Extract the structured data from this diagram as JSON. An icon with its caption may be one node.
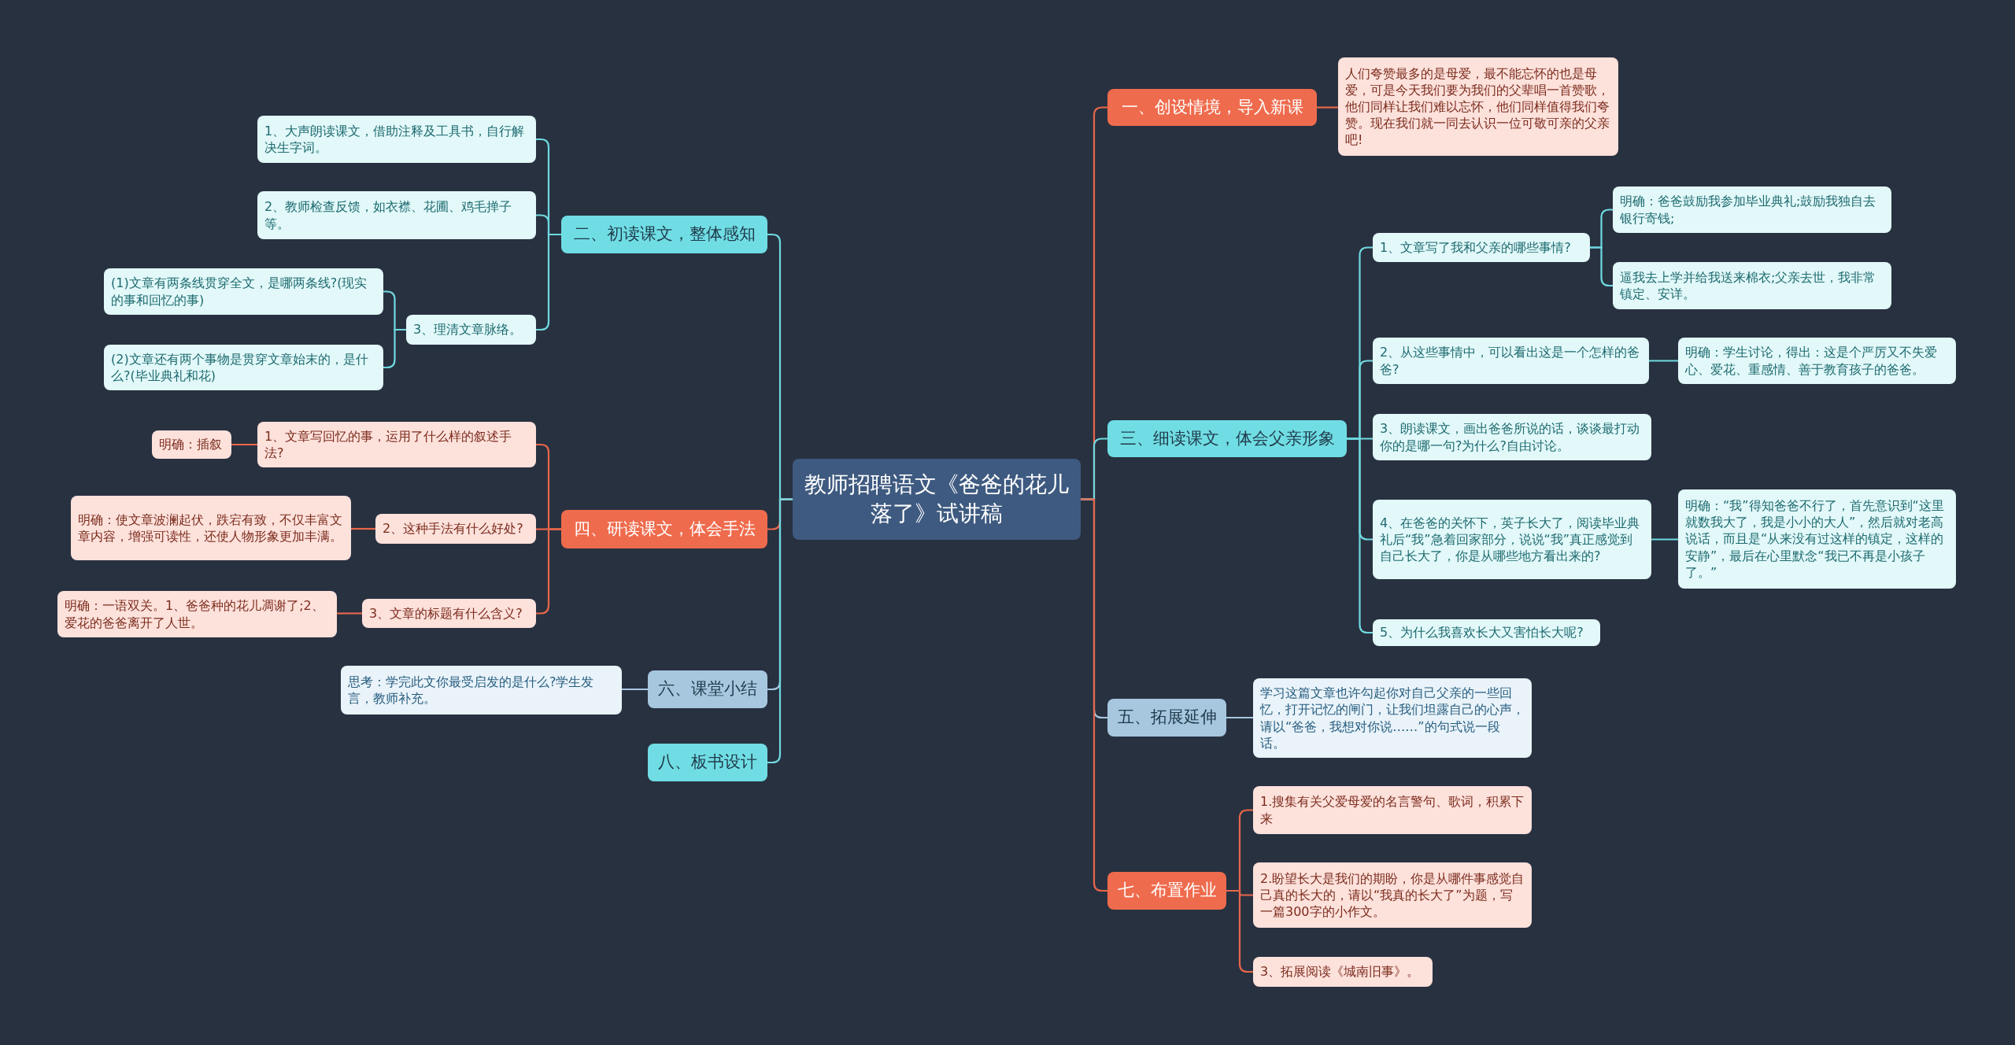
{
  "diagram": {
    "nodes": [
      {
        "text": [
          "教师招聘语文《爸爸的花儿落了》试讲稿"
        ]
      },
      {
        "text": [
          "一、创设情境，导入新课"
        ]
      },
      {
        "text": [
          "人们夸赞最多的是母爱，最不能忘怀的也是母爱，可是今天我们要为我们的父辈唱一首赞歌，他们同样让我们难以忘怀，他们同样值得我们夸赞。现在我们就一同去认识一位可敬可亲的父亲吧!"
        ]
      },
      {
        "text": [
          "三、细读课文，体会父亲形象"
        ]
      },
      {
        "text": [
          "1、文章写了我和父亲的哪些事情?"
        ]
      },
      {
        "text": [
          "明确：爸爸鼓励我参加毕业典礼;鼓励我独自去银行寄钱;"
        ]
      },
      {
        "text": [
          "逼我去上学并给我送来棉衣;父亲去世，我非常镇定、安详。"
        ]
      },
      {
        "text": [
          "2、从这些事情中，可以看出这是一个怎样的爸爸?"
        ]
      },
      {
        "text": [
          "明确：学生讨论，得出：这是个严厉又不失爱心、爱花、重感情、善于教育孩子的爸爸。"
        ]
      },
      {
        "text": [
          "3、朗读课文，画出爸爸所说的话，谈谈最打动你的是哪一句?为什么?自由讨论。"
        ]
      },
      {
        "text": [
          "4、在爸爸的关怀下，英子长大了，阅读毕业典礼后“我”急着回家部分，说说“我”真正感觉到自己长大了，你是从哪些地方看出来的?"
        ]
      },
      {
        "text": [
          "明确：“我”得知爸爸不行了，首先意识到“这里就数我大了，我是小小的大人”，然后就对老高说话，而且是“从来没有过这样的镇定，这样的安静”，最后在心里默念“我已不再是小孩子了。”"
        ]
      },
      {
        "text": [
          "5、为什么我喜欢长大又害怕长大呢?"
        ]
      },
      {
        "text": [
          "五、拓展延伸"
        ]
      },
      {
        "text": [
          "学习这篇文章也许勾起你对自己父亲的一些回忆，打开记忆的闸门，让我们坦露自己的心声，请以“爸爸，我想对你说……”的句式说一段话。"
        ]
      },
      {
        "text": [
          "七、布置作业"
        ]
      },
      {
        "text": [
          "1.搜集有关父爱母爱的名言警句、歌词，积累下来"
        ]
      },
      {
        "text": [
          "2.盼望长大是我们的期盼，你是从哪件事感觉自己真的长大的，请以“我真的长大了”为题，写一篇300字的小作文。"
        ]
      },
      {
        "text": [
          "3、拓展阅读《城南旧事》。"
        ]
      },
      {
        "text": [
          "二、初读课文，整体感知"
        ]
      },
      {
        "text": [
          "1、大声朗读课文，借助注释及工具书，自行解决生字词。"
        ]
      },
      {
        "text": [
          "2、教师检查反馈，如衣襟、花圃、鸡毛掸子等。"
        ]
      },
      {
        "text": [
          "3、理清文章脉络。"
        ]
      },
      {
        "text": [
          "(1)文章有两条线贯穿全文，是哪两条线?(现实的事和回忆的事)"
        ]
      },
      {
        "text": [
          "(2)文章还有两个事物是贯穿文章始末的，是什么?(毕业典礼和花)"
        ]
      },
      {
        "text": [
          "四、研读课文，体会手法"
        ]
      },
      {
        "text": [
          "1、文章写回忆的事，运用了什么样的叙述手法?"
        ]
      },
      {
        "text": [
          "明确：插叙"
        ]
      },
      {
        "text": [
          "2、这种手法有什么好处?"
        ]
      },
      {
        "text": [
          "明确：使文章波澜起伏，跌宕有致，不仅丰富文章内容，增强可读性，还使人物形象更加丰满。"
        ]
      },
      {
        "text": [
          "3、文章的标题有什么含义?"
        ]
      },
      {
        "text": [
          "明确：一语双关。1、爸爸种的花儿凋谢了;2、爱花的爸爸离开了人世。"
        ]
      },
      {
        "text": [
          "六、课堂小结"
        ]
      },
      {
        "text": [
          "思考：学完此文你最受启发的是什么?学生发言，教师补充。"
        ]
      },
      {
        "text": [
          "八、板书设计"
        ]
      }
    ],
    "edges": [
      {
        "from": 0,
        "to": 1,
        "arrow": "none",
        "color": "#e8664a"
      },
      {
        "from": 1,
        "to": 2,
        "arrow": "none",
        "color": "#e8664a"
      },
      {
        "from": 0,
        "to": 3,
        "arrow": "none"
      },
      {
        "from": 3,
        "to": 4,
        "arrow": "none"
      },
      {
        "from": 4,
        "to": 5,
        "arrow": "none"
      },
      {
        "from": 4,
        "to": 6,
        "arrow": "none"
      },
      {
        "from": 3,
        "to": 7,
        "arrow": "none"
      },
      {
        "from": 7,
        "to": 8,
        "arrow": "none"
      },
      {
        "from": 3,
        "to": 9,
        "arrow": "none"
      },
      {
        "from": 3,
        "to": 10,
        "arrow": "none"
      },
      {
        "from": 10,
        "to": 11,
        "arrow": "none"
      },
      {
        "from": 3,
        "to": 12,
        "arrow": "none"
      },
      {
        "from": 0,
        "to": 13,
        "arrow": "none",
        "color": "#a7c7df"
      },
      {
        "from": 13,
        "to": 14,
        "arrow": "none",
        "color": "#a7c7df"
      },
      {
        "from": 0,
        "to": 15,
        "arrow": "none",
        "color": "#e8664a"
      },
      {
        "from": 15,
        "to": 16,
        "arrow": "none",
        "color": "#e8664a"
      },
      {
        "from": 15,
        "to": 17,
        "arrow": "none",
        "color": "#e8664a"
      },
      {
        "from": 15,
        "to": 18,
        "arrow": "none",
        "color": "#e8664a"
      },
      {
        "from": 0,
        "to": 19,
        "arrow": "none"
      },
      {
        "from": 19,
        "to": 20,
        "arrow": "none"
      },
      {
        "from": 19,
        "to": 21,
        "arrow": "none"
      },
      {
        "from": 19,
        "to": 22,
        "arrow": "none"
      },
      {
        "from": 22,
        "to": 23,
        "arrow": "none"
      },
      {
        "from": 22,
        "to": 24,
        "arrow": "none"
      },
      {
        "from": 0,
        "to": 25,
        "arrow": "none",
        "color": "#e8664a"
      },
      {
        "from": 25,
        "to": 26,
        "arrow": "none",
        "color": "#e8664a"
      },
      {
        "from": 26,
        "to": 27,
        "arrow": "none",
        "color": "#e8664a"
      },
      {
        "from": 25,
        "to": 28,
        "arrow": "none",
        "color": "#e8664a"
      },
      {
        "from": 28,
        "to": 29,
        "arrow": "none",
        "color": "#e8664a"
      },
      {
        "from": 25,
        "to": 30,
        "arrow": "none",
        "color": "#e8664a"
      },
      {
        "from": 30,
        "to": 31,
        "arrow": "none",
        "color": "#e8664a"
      },
      {
        "from": 0,
        "to": 32,
        "arrow": "none",
        "color": "#a7c7df"
      },
      {
        "from": 32,
        "to": 33,
        "arrow": "none",
        "color": "#a7c7df"
      },
      {
        "from": 0,
        "to": 34,
        "arrow": "none"
      }
    ]
  }
}
